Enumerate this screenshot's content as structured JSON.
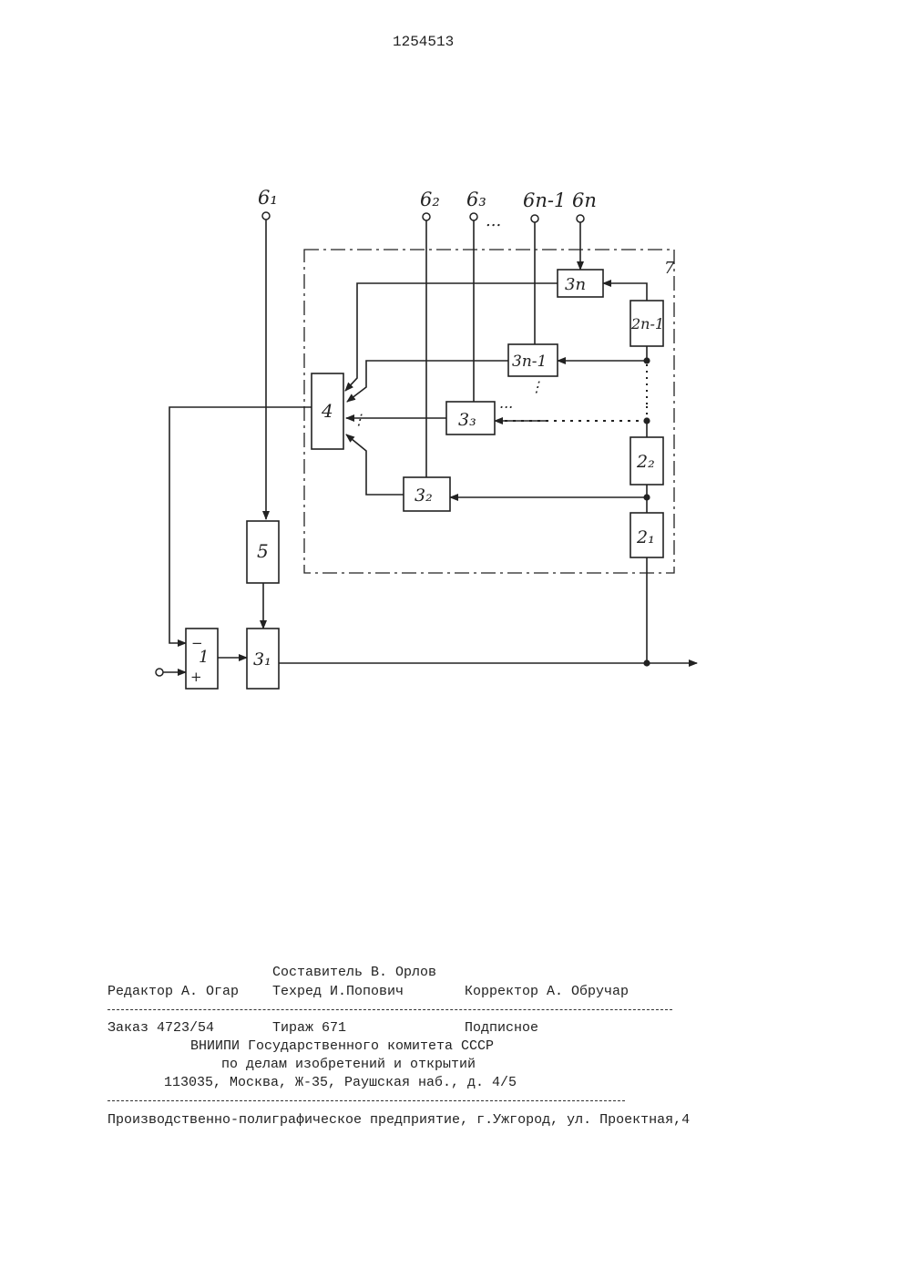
{
  "patent_number": "1254513",
  "diagram": {
    "blocks": {
      "b1": "1",
      "b1_minus": "−",
      "b1_plus": "+",
      "b3_1": "3₁",
      "b3_2": "3₂",
      "b3_3": "3₃",
      "b3_n1": "3п-1",
      "b3_n": "3п",
      "b2_1": "2₁",
      "b2_2": "2₂",
      "b2_n1": "2п-1",
      "b4": "4",
      "b5": "5"
    },
    "inputs": {
      "in_1": "6₁",
      "in_2": "6₂",
      "in_3": "6₃",
      "in_dots": "...",
      "in_n1": "6п-1",
      "in_n": "6п"
    },
    "frame_label": "7",
    "ellipsis_h": "...",
    "ellipsis_v": "⋮"
  },
  "footer": {
    "compiler": "Составитель В. Орлов",
    "editor": "Редактор А. Огар",
    "techred": "Техред И.Попович",
    "corrector": "Корректор А. Обручар",
    "order": "Заказ 4723/54",
    "circulation": "Тираж 671",
    "subscription": "Подписное",
    "org_line1": "ВНИИПИ Государственного комитета СССР",
    "org_line2": "по делам изобретений и открытий",
    "address": "113035, Москва, Ж-35, Раушская наб., д. 4/5",
    "printer": "Производственно-полиграфическое предприятие, г.Ужгород, ул. Проектная,4"
  }
}
